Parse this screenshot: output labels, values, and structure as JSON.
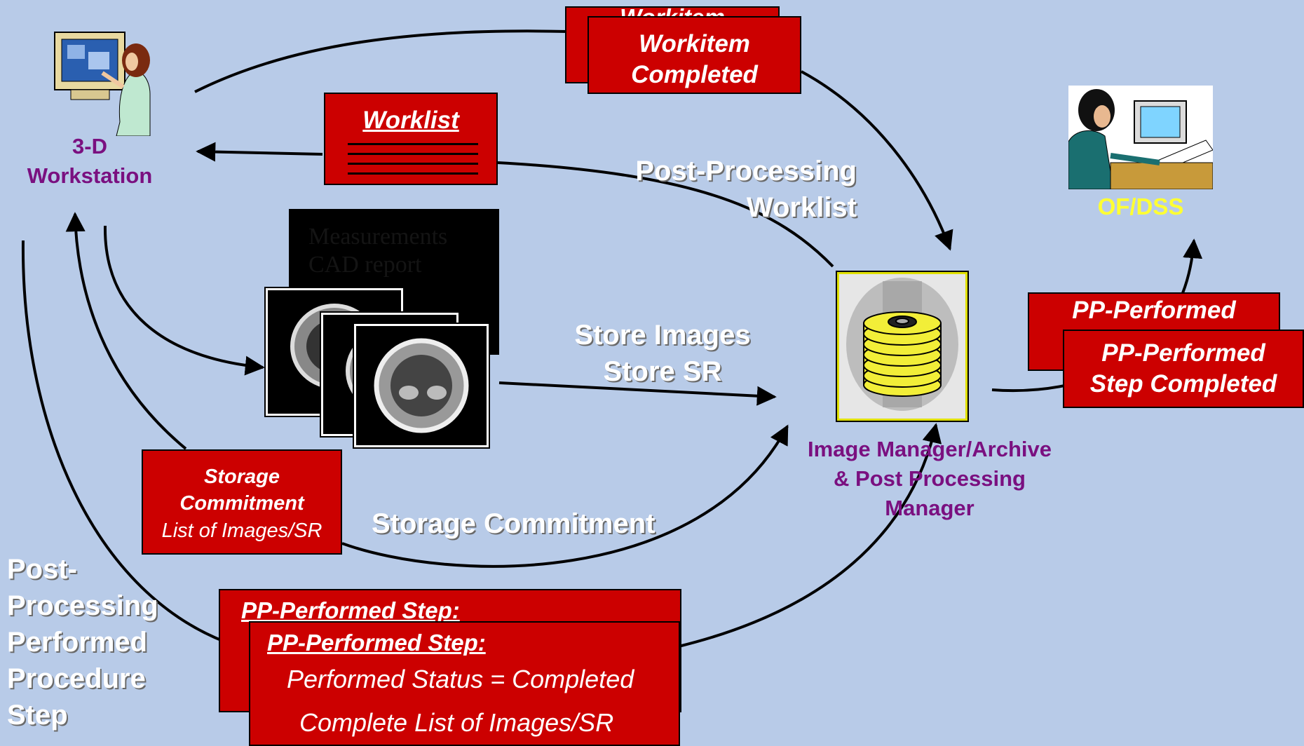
{
  "nodes": {
    "workstation": "3-D\nWorkstation",
    "image_manager": "Image Manager/Archive\n& Post Processing\nManager",
    "ofdss": "OF/DSS"
  },
  "boxes": {
    "workitem_back": "Workitem",
    "workitem_front": "Workitem\nCompleted",
    "worklist": "Worklist",
    "storage_commitment_title": "Storage\nCommitment",
    "storage_commitment_list": "List of Images/SR",
    "pp_performed_back": "PP-Performed",
    "pp_performed_front": "PP-Performed\nStep Completed",
    "pp_step_back": "PP-Performed Step:",
    "pp_step_front_title": "PP-Performed Step:",
    "pp_step_front_status": "Performed Status = Completed",
    "pp_step_front_list": "Complete List of Images/SR"
  },
  "labels": {
    "post_processing_worklist": "Post-Processing\nWorklist",
    "store_images": "Store Images\nStore SR",
    "storage_commitment": "Storage Commitment",
    "ppps": "Post-\nProcessing\nPerformed\nProcedure\nStep"
  },
  "document_overlay": "Measurements\nCAD report",
  "icons": {
    "workstation": "radiologist-at-workstation-icon",
    "manager": "archive-disk-stack-icon",
    "ofdss": "user-at-computer-icon"
  },
  "colors": {
    "background": "#b8cbe8",
    "box_red": "#cc0000",
    "purple_label": "#7a1080",
    "yellow_label": "#ffff33"
  }
}
